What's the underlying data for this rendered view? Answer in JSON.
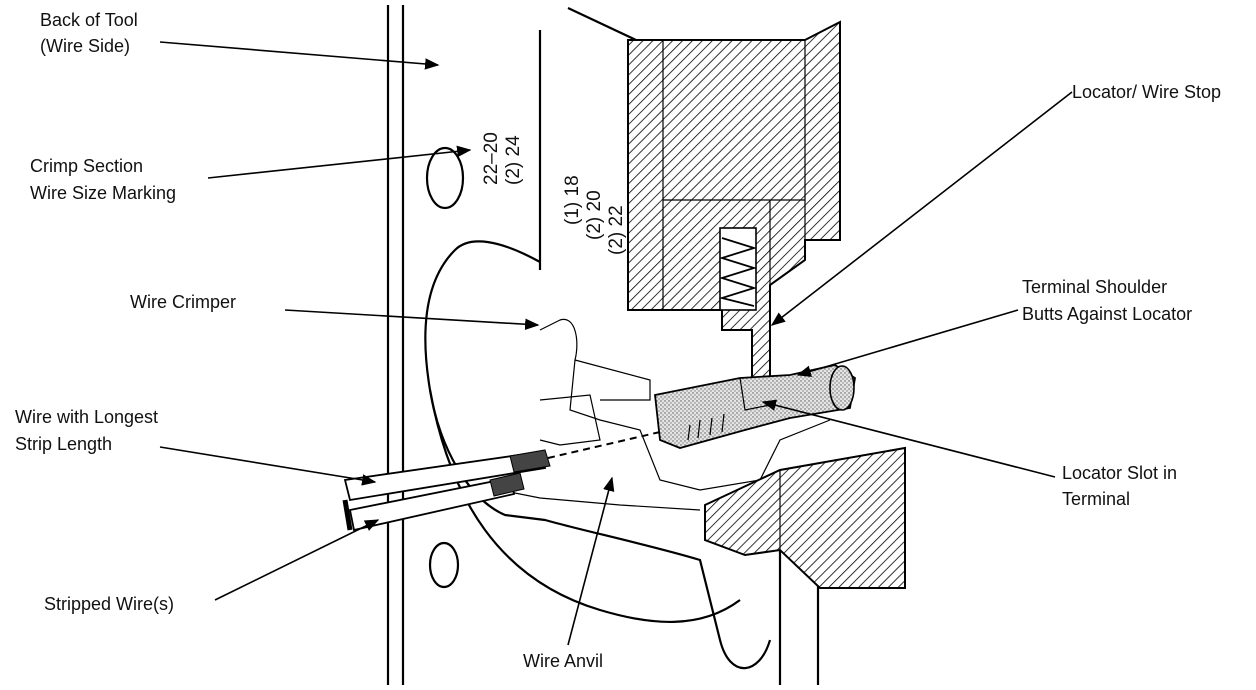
{
  "labels": {
    "back_of_tool_1": "Back of Tool",
    "back_of_tool_2": "(Wire Side)",
    "crimp_section_1": "Crimp Section",
    "crimp_section_2": "Wire Size Marking",
    "wire_crimper": "Wire Crimper",
    "longest_strip_1": "Wire with Longest",
    "longest_strip_2": "Strip Length",
    "stripped_wires": "Stripped Wire(s)",
    "wire_anvil": "Wire Anvil",
    "locator_wire_stop": "Locator/ Wire Stop",
    "terminal_shoulder_1": "Terminal Shoulder",
    "terminal_shoulder_2": "Butts Against Locator",
    "locator_slot_1": "Locator Slot in",
    "locator_slot_2": "Terminal"
  },
  "markings": {
    "upper_1": "22–20",
    "upper_2": "(2) 24",
    "lower_1": "(1) 18",
    "lower_2": "(2) 20",
    "lower_3": "(2) 22"
  }
}
